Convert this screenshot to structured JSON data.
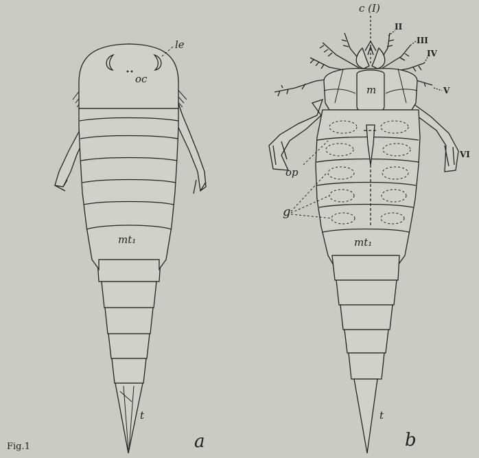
{
  "figure": {
    "figure_label": "Fig.1",
    "panel_a": {
      "letter": "a",
      "labels": {
        "le": "le",
        "oc": "oc",
        "mt1": "mt₁",
        "t": "t"
      }
    },
    "panel_b": {
      "letter": "b",
      "labels": {
        "c": "c (I)",
        "II": "II",
        "III": "III",
        "IV": "IV",
        "V": "V",
        "VI": "VI",
        "m": "m",
        "op": "op",
        "g": "g",
        "mt1": "mt₁",
        "t": "t"
      }
    }
  }
}
